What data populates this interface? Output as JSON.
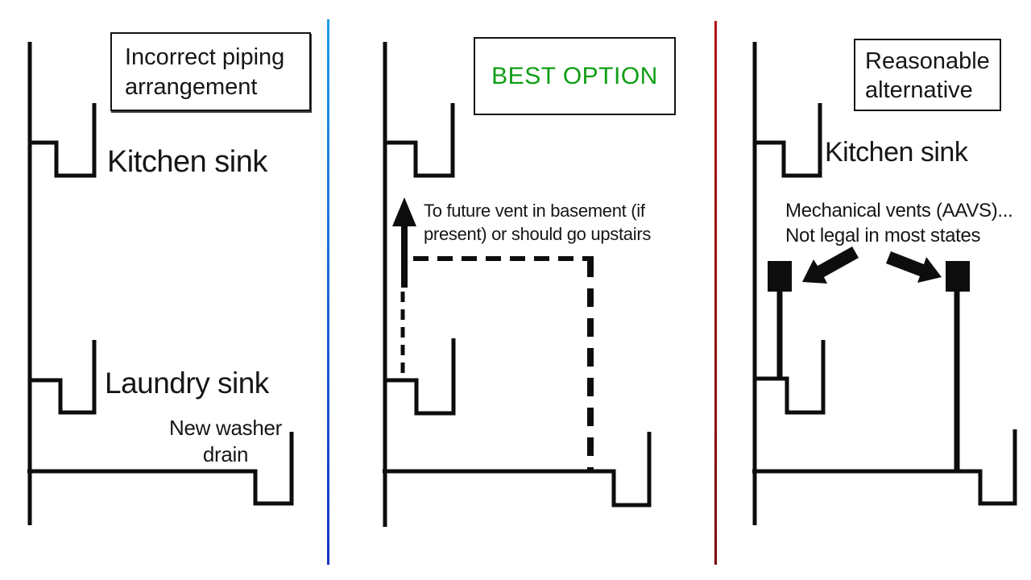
{
  "colors": {
    "line": "#0d0d0d",
    "text": "#161616",
    "best_option_green": "#0f9e15",
    "divider_blue": "#1e5fd8",
    "divider_red": "#9c0e0e"
  },
  "left_panel": {
    "title_lines": [
      "Incorrect piping",
      "arrangement"
    ],
    "kitchen_sink_label": "Kitchen sink",
    "laundry_sink_label": "Laundry sink",
    "washer_drain_lines": [
      "New washer",
      "drain"
    ]
  },
  "middle_panel": {
    "title": "BEST OPTION",
    "vent_note_lines": [
      "To future vent in basement (if",
      "present) or should go upstairs"
    ]
  },
  "right_panel": {
    "title_lines": [
      "Reasonable",
      "alternative"
    ],
    "kitchen_sink_label": "Kitchen sink",
    "vent_note_lines": [
      "Mechanical vents (AAVS)...",
      "Not legal in most states"
    ]
  }
}
